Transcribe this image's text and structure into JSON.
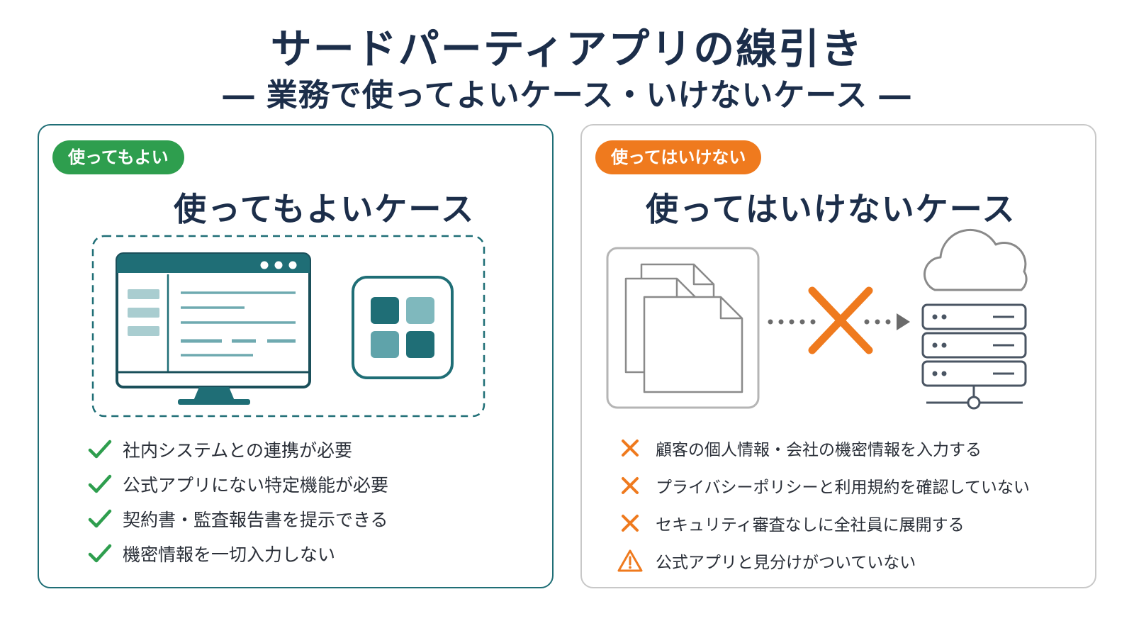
{
  "title": "サードパーティアプリの線引き",
  "subtitle": "― 業務で使ってよいケース・いけないケース ―",
  "left": {
    "badge": "使ってもよい",
    "heading": "使ってもよいケース",
    "items": [
      "社内システムとの連携が必要",
      "公式アプリにない特定機能が必要",
      "契約書・監査報告書を提示できる",
      "機密情報を一切入力しない"
    ]
  },
  "right": {
    "badge": "使ってはいけない",
    "heading": "使ってはいけないケース",
    "items": [
      {
        "icon": "cross-icon",
        "text": "顧客の個人情報・会社の機密情報を入力する"
      },
      {
        "icon": "cross-icon",
        "text": "プライバシーポリシーと利用規約を確認していない"
      },
      {
        "icon": "cross-icon",
        "text": "セキュリティ審査なしに全社員に展開する"
      },
      {
        "icon": "warning-icon",
        "text": "公式アプリと見分けがついていない"
      }
    ]
  },
  "colors": {
    "ok": "#2e9e4e",
    "ng": "#ef7a1e",
    "teal": "#1f6e76",
    "navy": "#1c2e4a",
    "gray": "#9a9a9a"
  }
}
